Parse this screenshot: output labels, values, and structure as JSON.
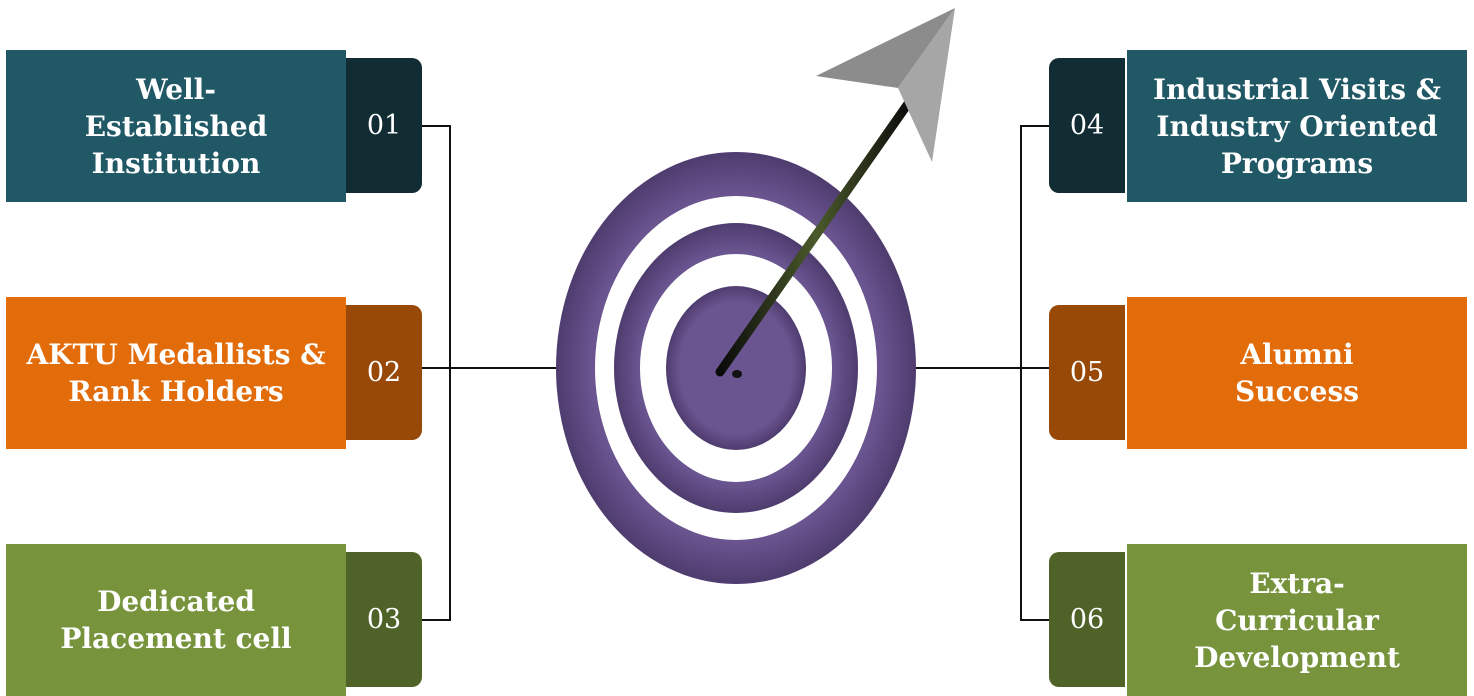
{
  "items": [
    {
      "number": "01",
      "label": "Well-Established Institution",
      "color": "#215866",
      "tab_color": "#112c33"
    },
    {
      "number": "02",
      "label": "AKTU Medallists & Rank Holders",
      "color": "#e36c0a",
      "tab_color": "#984807"
    },
    {
      "number": "03",
      "label": "Dedicated Placement cell",
      "color": "#77933c",
      "tab_color": "#4f6228"
    },
    {
      "number": "04",
      "label": "Industrial Visits & Industry Oriented Programs",
      "color": "#215866",
      "tab_color": "#112c33"
    },
    {
      "number": "05",
      "label": "Alumni Success",
      "color": "#e36c0a",
      "tab_color": "#984807"
    },
    {
      "number": "06",
      "label": "Extra-Curricular Development",
      "color": "#77933c",
      "tab_color": "#4f6228"
    }
  ],
  "target": {
    "ring_color": "#5f4a80",
    "arrow_color": "#a6a6a6"
  }
}
